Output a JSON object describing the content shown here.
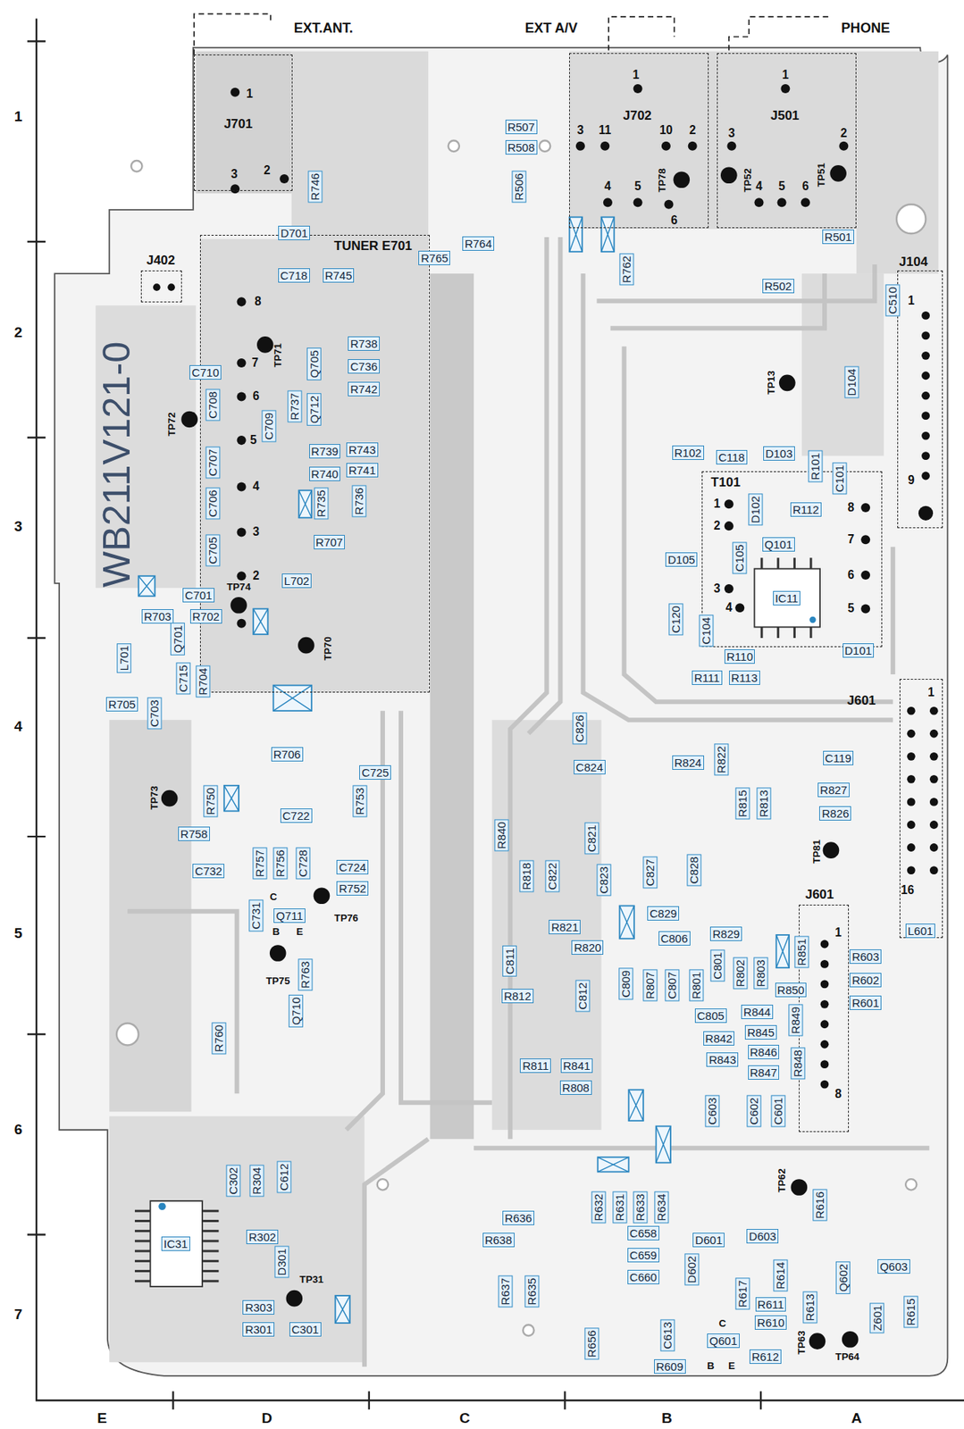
{
  "diagram": {
    "nodes": [
      {
        "text": [
          "J701"
        ]
      },
      {
        "text": [
          "J402"
        ]
      },
      {
        "text": [
          "TUNER E701"
        ]
      },
      {
        "text": [
          "J702"
        ]
      },
      {
        "text": [
          "J501"
        ]
      },
      {
        "text": [
          "J104"
        ]
      },
      {
        "text": [
          "T101"
        ]
      },
      {
        "text": [
          "J601"
        ]
      },
      {
        "text": [
          "J601"
        ]
      },
      {
        "text": [
          "R746"
        ]
      },
      {
        "text": [
          "D701"
        ]
      },
      {
        "text": [
          "C718"
        ],
        "in": 2
      },
      {
        "text": [
          "R745"
        ],
        "in": 2
      },
      {
        "text": [
          "R765"
        ]
      },
      {
        "text": [
          "R764"
        ]
      },
      {
        "text": [
          "R507"
        ]
      },
      {
        "text": [
          "R508"
        ]
      },
      {
        "text": [
          "R506"
        ]
      },
      {
        "text": [
          "R762"
        ]
      },
      {
        "text": [
          "R501"
        ]
      },
      {
        "text": [
          "R502"
        ]
      },
      {
        "text": [
          "C510"
        ],
        "in": 5
      },
      {
        "text": [
          "R738"
        ],
        "in": 2
      },
      {
        "text": [
          "C736"
        ],
        "in": 2
      },
      {
        "text": [
          "R742"
        ],
        "in": 2
      },
      {
        "text": [
          "Q705"
        ],
        "in": 2
      },
      {
        "text": [
          "Q712"
        ],
        "in": 2
      },
      {
        "text": [
          "R737"
        ],
        "in": 2
      },
      {
        "text": [
          "C710"
        ],
        "in": 2
      },
      {
        "text": [
          "C708"
        ],
        "in": 2
      },
      {
        "text": [
          "C709"
        ],
        "in": 2
      },
      {
        "text": [
          "C707"
        ],
        "in": 2
      },
      {
        "text": [
          "C706"
        ],
        "in": 2
      },
      {
        "text": [
          "C705"
        ],
        "in": 2
      },
      {
        "text": [
          "R739"
        ],
        "in": 2
      },
      {
        "text": [
          "R743"
        ],
        "in": 2
      },
      {
        "text": [
          "R740"
        ],
        "in": 2
      },
      {
        "text": [
          "R741"
        ],
        "in": 2
      },
      {
        "text": [
          "R735"
        ],
        "in": 2
      },
      {
        "text": [
          "R736"
        ],
        "in": 2
      },
      {
        "text": [
          "R707"
        ],
        "in": 2
      },
      {
        "text": [
          "L702"
        ],
        "in": 2
      },
      {
        "text": [
          "D104"
        ]
      },
      {
        "text": [
          "R102"
        ]
      },
      {
        "text": [
          "C118"
        ]
      },
      {
        "text": [
          "D103"
        ]
      },
      {
        "text": [
          "R101"
        ]
      },
      {
        "text": [
          "C101"
        ]
      },
      {
        "text": [
          "D102"
        ],
        "in": 6
      },
      {
        "text": [
          "R112"
        ],
        "in": 6
      },
      {
        "text": [
          "D105"
        ]
      },
      {
        "text": [
          "C105"
        ],
        "in": 6
      },
      {
        "text": [
          "Q101"
        ],
        "in": 6
      },
      {
        "text": [
          "IC11"
        ],
        "in": 6
      },
      {
        "text": [
          "C120"
        ]
      },
      {
        "text": [
          "C104"
        ],
        "in": 6
      },
      {
        "text": [
          "D101"
        ]
      },
      {
        "text": [
          "R110"
        ]
      },
      {
        "text": [
          "R111"
        ]
      },
      {
        "text": [
          "R113"
        ]
      },
      {
        "text": [
          "C701"
        ]
      },
      {
        "text": [
          "R703"
        ]
      },
      {
        "text": [
          "R702"
        ]
      },
      {
        "text": [
          "Q701"
        ]
      },
      {
        "text": [
          "L701"
        ]
      },
      {
        "text": [
          "C715"
        ]
      },
      {
        "text": [
          "R704"
        ]
      },
      {
        "text": [
          "R705"
        ]
      },
      {
        "text": [
          "C703"
        ]
      },
      {
        "text": [
          "R706"
        ]
      },
      {
        "text": [
          "C725"
        ]
      },
      {
        "text": [
          "C826"
        ]
      },
      {
        "text": [
          "C824"
        ]
      },
      {
        "text": [
          "R824"
        ]
      },
      {
        "text": [
          "R822"
        ]
      },
      {
        "text": [
          "C119"
        ]
      },
      {
        "text": [
          "R827"
        ]
      },
      {
        "text": [
          "R826"
        ]
      },
      {
        "text": [
          "R815"
        ]
      },
      {
        "text": [
          "R813"
        ]
      },
      {
        "text": [
          "R750"
        ]
      },
      {
        "text": [
          "R753"
        ]
      },
      {
        "text": [
          "C722"
        ]
      },
      {
        "text": [
          "R758"
        ]
      },
      {
        "text": [
          "R840"
        ]
      },
      {
        "text": [
          "C821"
        ]
      },
      {
        "text": [
          "C732"
        ]
      },
      {
        "text": [
          "R757"
        ]
      },
      {
        "text": [
          "R756"
        ]
      },
      {
        "text": [
          "C728"
        ]
      },
      {
        "text": [
          "C724"
        ]
      },
      {
        "text": [
          "R752"
        ]
      },
      {
        "text": [
          "R818"
        ]
      },
      {
        "text": [
          "C822"
        ]
      },
      {
        "text": [
          "C823"
        ]
      },
      {
        "text": [
          "C827"
        ]
      },
      {
        "text": [
          "C828"
        ]
      },
      {
        "text": [
          "C731"
        ]
      },
      {
        "text": [
          "Q711"
        ]
      },
      {
        "text": [
          "C829"
        ]
      },
      {
        "text": [
          "R821"
        ]
      },
      {
        "text": [
          "L601"
        ]
      },
      {
        "text": [
          "C806"
        ]
      },
      {
        "text": [
          "R829"
        ]
      },
      {
        "text": [
          "R820"
        ]
      },
      {
        "text": [
          "R851"
        ]
      },
      {
        "text": [
          "R603"
        ]
      },
      {
        "text": [
          "C811"
        ]
      },
      {
        "text": [
          "C801"
        ]
      },
      {
        "text": [
          "R802"
        ]
      },
      {
        "text": [
          "R803"
        ]
      },
      {
        "text": [
          "R763"
        ]
      },
      {
        "text": [
          "R807"
        ]
      },
      {
        "text": [
          "C807"
        ]
      },
      {
        "text": [
          "R801"
        ]
      },
      {
        "text": [
          "C809"
        ]
      },
      {
        "text": [
          "R850"
        ]
      },
      {
        "text": [
          "R602"
        ]
      },
      {
        "text": [
          "R812"
        ]
      },
      {
        "text": [
          "C812"
        ]
      },
      {
        "text": [
          "R601"
        ]
      },
      {
        "text": [
          "Q710"
        ]
      },
      {
        "text": [
          "C805"
        ]
      },
      {
        "text": [
          "R844"
        ]
      },
      {
        "text": [
          "R849"
        ]
      },
      {
        "text": [
          "R842"
        ]
      },
      {
        "text": [
          "R845"
        ]
      },
      {
        "text": [
          "R760"
        ]
      },
      {
        "text": [
          "R846"
        ]
      },
      {
        "text": [
          "R843"
        ]
      },
      {
        "text": [
          "R847"
        ]
      },
      {
        "text": [
          "R848"
        ]
      },
      {
        "text": [
          "R811"
        ]
      },
      {
        "text": [
          "R841"
        ]
      },
      {
        "text": [
          "R808"
        ]
      },
      {
        "text": [
          "C603"
        ]
      },
      {
        "text": [
          "C602"
        ]
      },
      {
        "text": [
          "C601"
        ]
      },
      {
        "text": [
          "C302"
        ]
      },
      {
        "text": [
          "R304"
        ]
      },
      {
        "text": [
          "C612"
        ]
      },
      {
        "text": [
          "R616"
        ]
      },
      {
        "text": [
          "R632"
        ]
      },
      {
        "text": [
          "R631"
        ]
      },
      {
        "text": [
          "R633"
        ]
      },
      {
        "text": [
          "R634"
        ]
      },
      {
        "text": [
          "R636"
        ]
      },
      {
        "text": [
          "C658"
        ]
      },
      {
        "text": [
          "R638"
        ]
      },
      {
        "text": [
          "D601"
        ]
      },
      {
        "text": [
          "D603"
        ]
      },
      {
        "text": [
          "R302"
        ]
      },
      {
        "text": [
          "IC31"
        ]
      },
      {
        "text": [
          "C659"
        ]
      },
      {
        "text": [
          "D301"
        ]
      },
      {
        "text": [
          "Q603"
        ]
      },
      {
        "text": [
          "D602"
        ]
      },
      {
        "text": [
          "Q602"
        ]
      },
      {
        "text": [
          "C660"
        ]
      },
      {
        "text": [
          "R614"
        ]
      },
      {
        "text": [
          "R637"
        ]
      },
      {
        "text": [
          "R635"
        ]
      },
      {
        "text": [
          "R617"
        ]
      },
      {
        "text": [
          "R611"
        ]
      },
      {
        "text": [
          "R613"
        ]
      },
      {
        "text": [
          "R303"
        ]
      },
      {
        "text": [
          "R615"
        ]
      },
      {
        "text": [
          "Z601"
        ]
      },
      {
        "text": [
          "R610"
        ]
      },
      {
        "text": [
          "R301"
        ]
      },
      {
        "text": [
          "C301"
        ]
      },
      {
        "text": [
          "Q601"
        ]
      },
      {
        "text": [
          "R656"
        ]
      },
      {
        "text": [
          "C613"
        ]
      },
      {
        "text": [
          "R612"
        ]
      },
      {
        "text": [
          "R609"
        ]
      }
    ],
    "labels": [
      "EXT.ANT.",
      "EXT A/V",
      "PHONE",
      "WB211V121-0",
      "1",
      "2",
      "3",
      "4",
      "5",
      "6",
      "7",
      "E",
      "D",
      "C",
      "B",
      "A",
      "TP71",
      "TP72",
      "TP74",
      "TP70",
      "TP73",
      "TP76",
      "TP75",
      "TP31",
      "TP78",
      "TP52",
      "TP51",
      "TP13",
      "TP81",
      "TP62",
      "TP63",
      "TP64",
      "1",
      "3",
      "2",
      "8",
      "7",
      "6",
      "5",
      "4",
      "3",
      "2",
      "1",
      "3",
      "11",
      "10",
      "2",
      "4",
      "5",
      "6",
      "1",
      "3",
      "2",
      "4",
      "5",
      "6",
      "1",
      "9",
      "1",
      "16",
      "1",
      "2",
      "3",
      "4",
      "8",
      "7",
      "6",
      "5",
      "1",
      "8",
      "C",
      "B",
      "E",
      "C",
      "B",
      "E"
    ]
  }
}
